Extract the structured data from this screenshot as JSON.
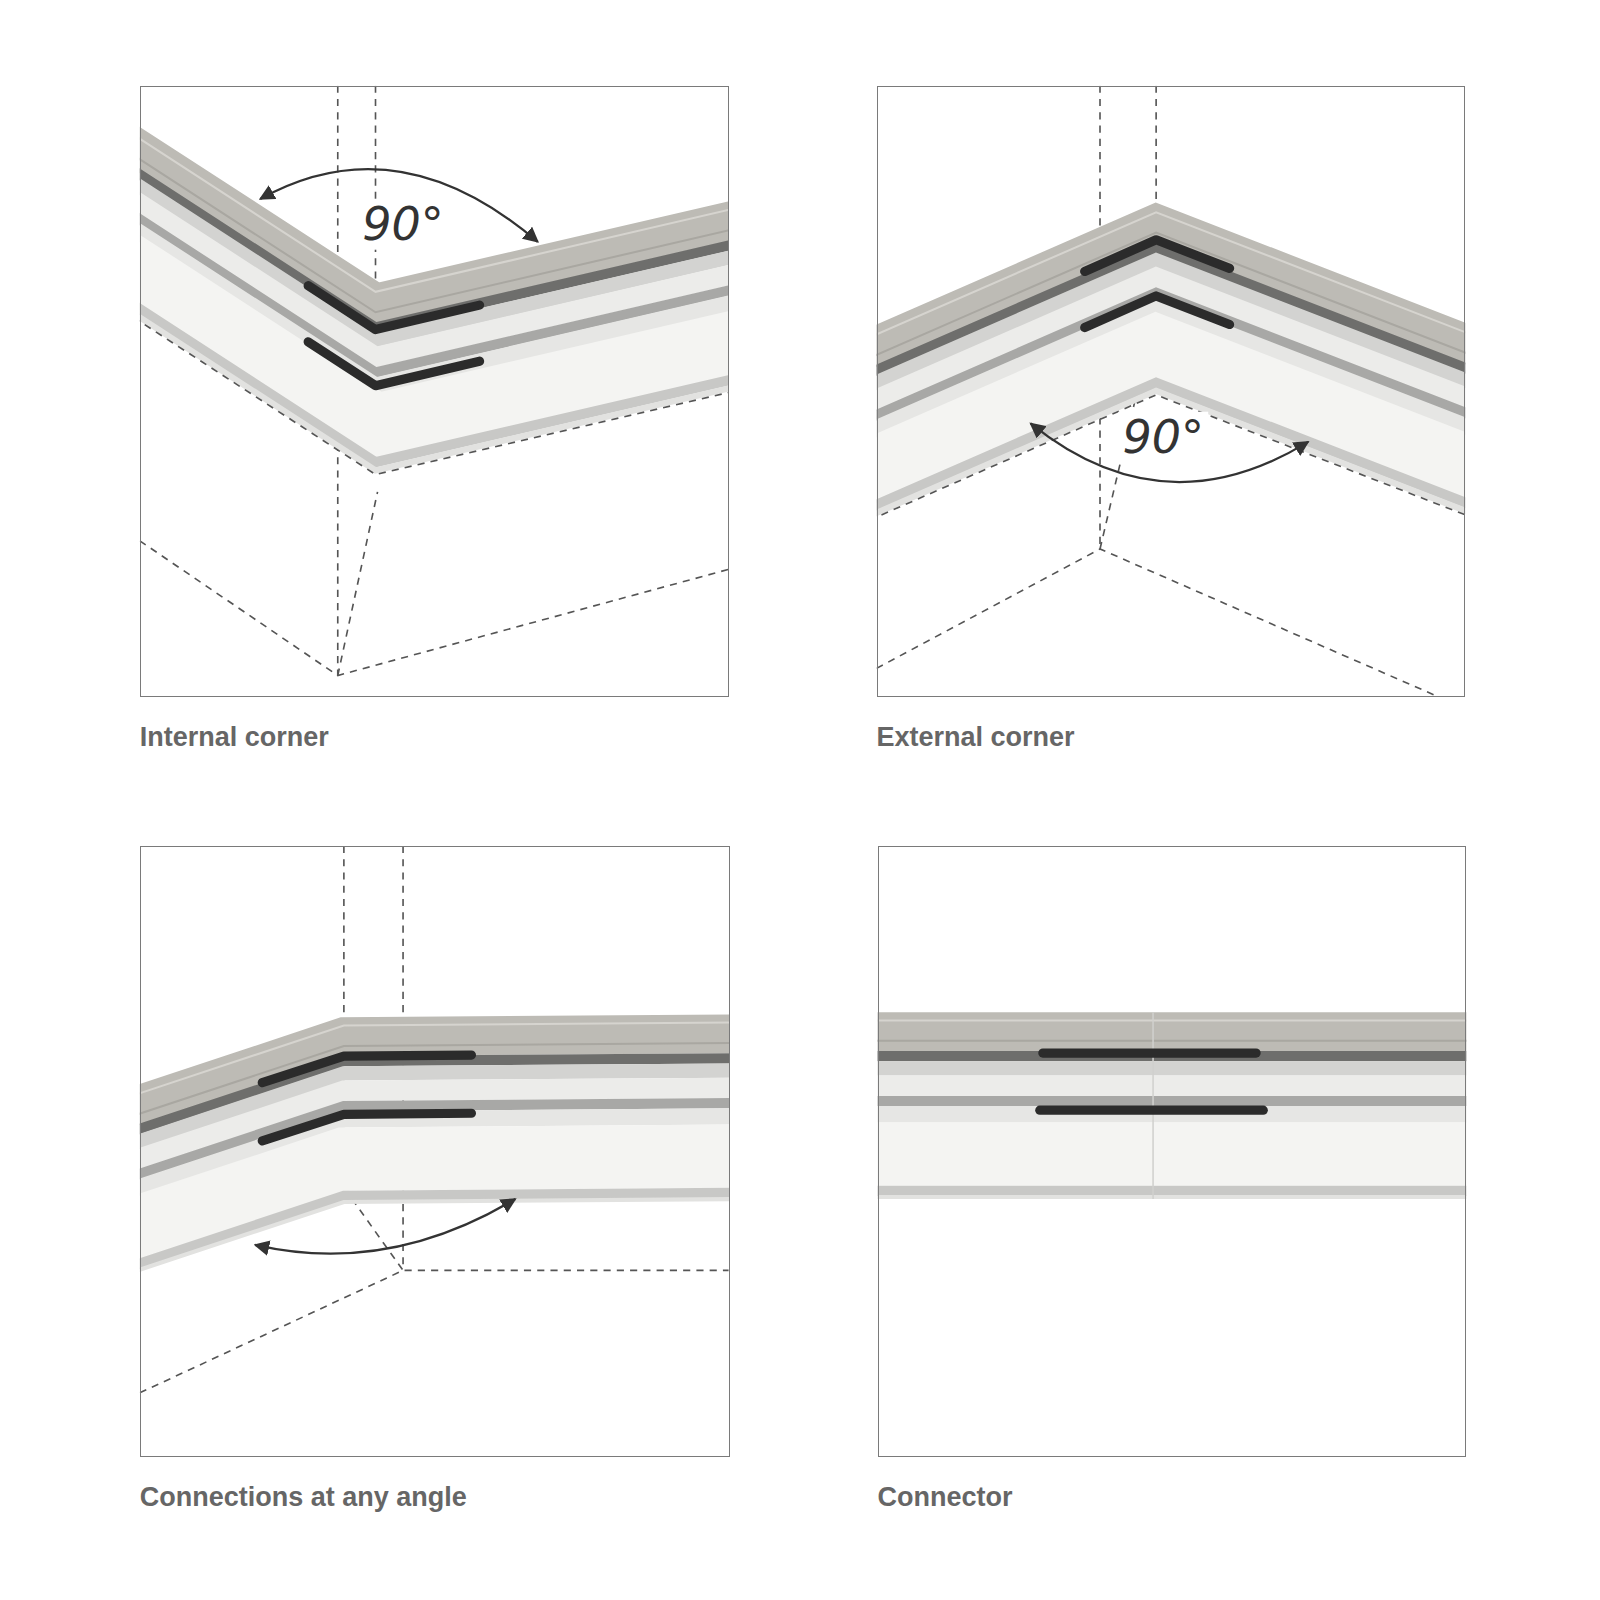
{
  "diagram": {
    "nodes": [
      {
        "text": [
          "Internal corner"
        ]
      },
      {
        "text": [
          "External corner"
        ]
      },
      {
        "text": [
          "Connections at any angle"
        ]
      },
      {
        "text": [
          "Connector"
        ]
      }
    ],
    "labels": [
      "90°",
      "90°"
    ]
  }
}
